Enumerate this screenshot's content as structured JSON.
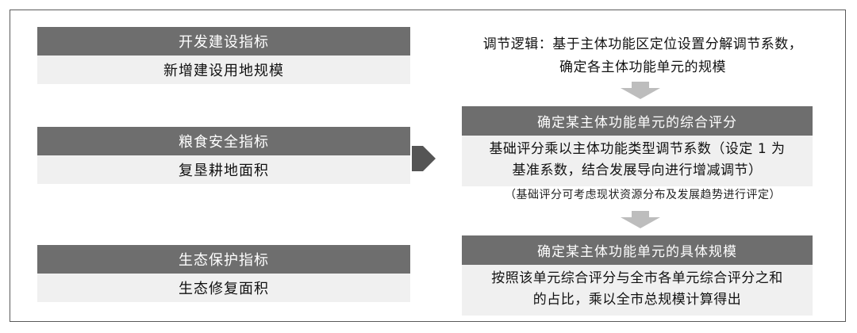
{
  "left_blocks": [
    {
      "title": "开发建设指标",
      "content": "新增建设用地规模"
    },
    {
      "title": "粮食安全指标",
      "content": "复垦耕地面积"
    },
    {
      "title": "生态保护指标",
      "content": "生态修复面积"
    }
  ],
  "logic": {
    "line1": "调节逻辑：基于主体功能区定位设置分解调节系数，",
    "line2": "确定各主体功能单元的规模"
  },
  "right_blocks": [
    {
      "title": "确定某主体功能单元的综合评分",
      "line1": "基础评分乘以主体功能类型调节系数（设定 1 为",
      "line2": "基准系数，结合发展导向进行增减调节）"
    },
    {
      "title": "确定某主体功能单元的具体规模",
      "line1": "按照该单元综合评分与全市各单元综合评分之和",
      "line2": "的占比，乘以全市总规模计算得出"
    }
  ],
  "note": "（基础评分可考虑现状资源分布及发展趋势进行评定）",
  "colors": {
    "dark_bar": "#6e6e6e",
    "light_bar": "#f0f0f0",
    "arrow": "#555555",
    "down_arrow": "#bdbdbd",
    "border": "#5a5a5a"
  }
}
